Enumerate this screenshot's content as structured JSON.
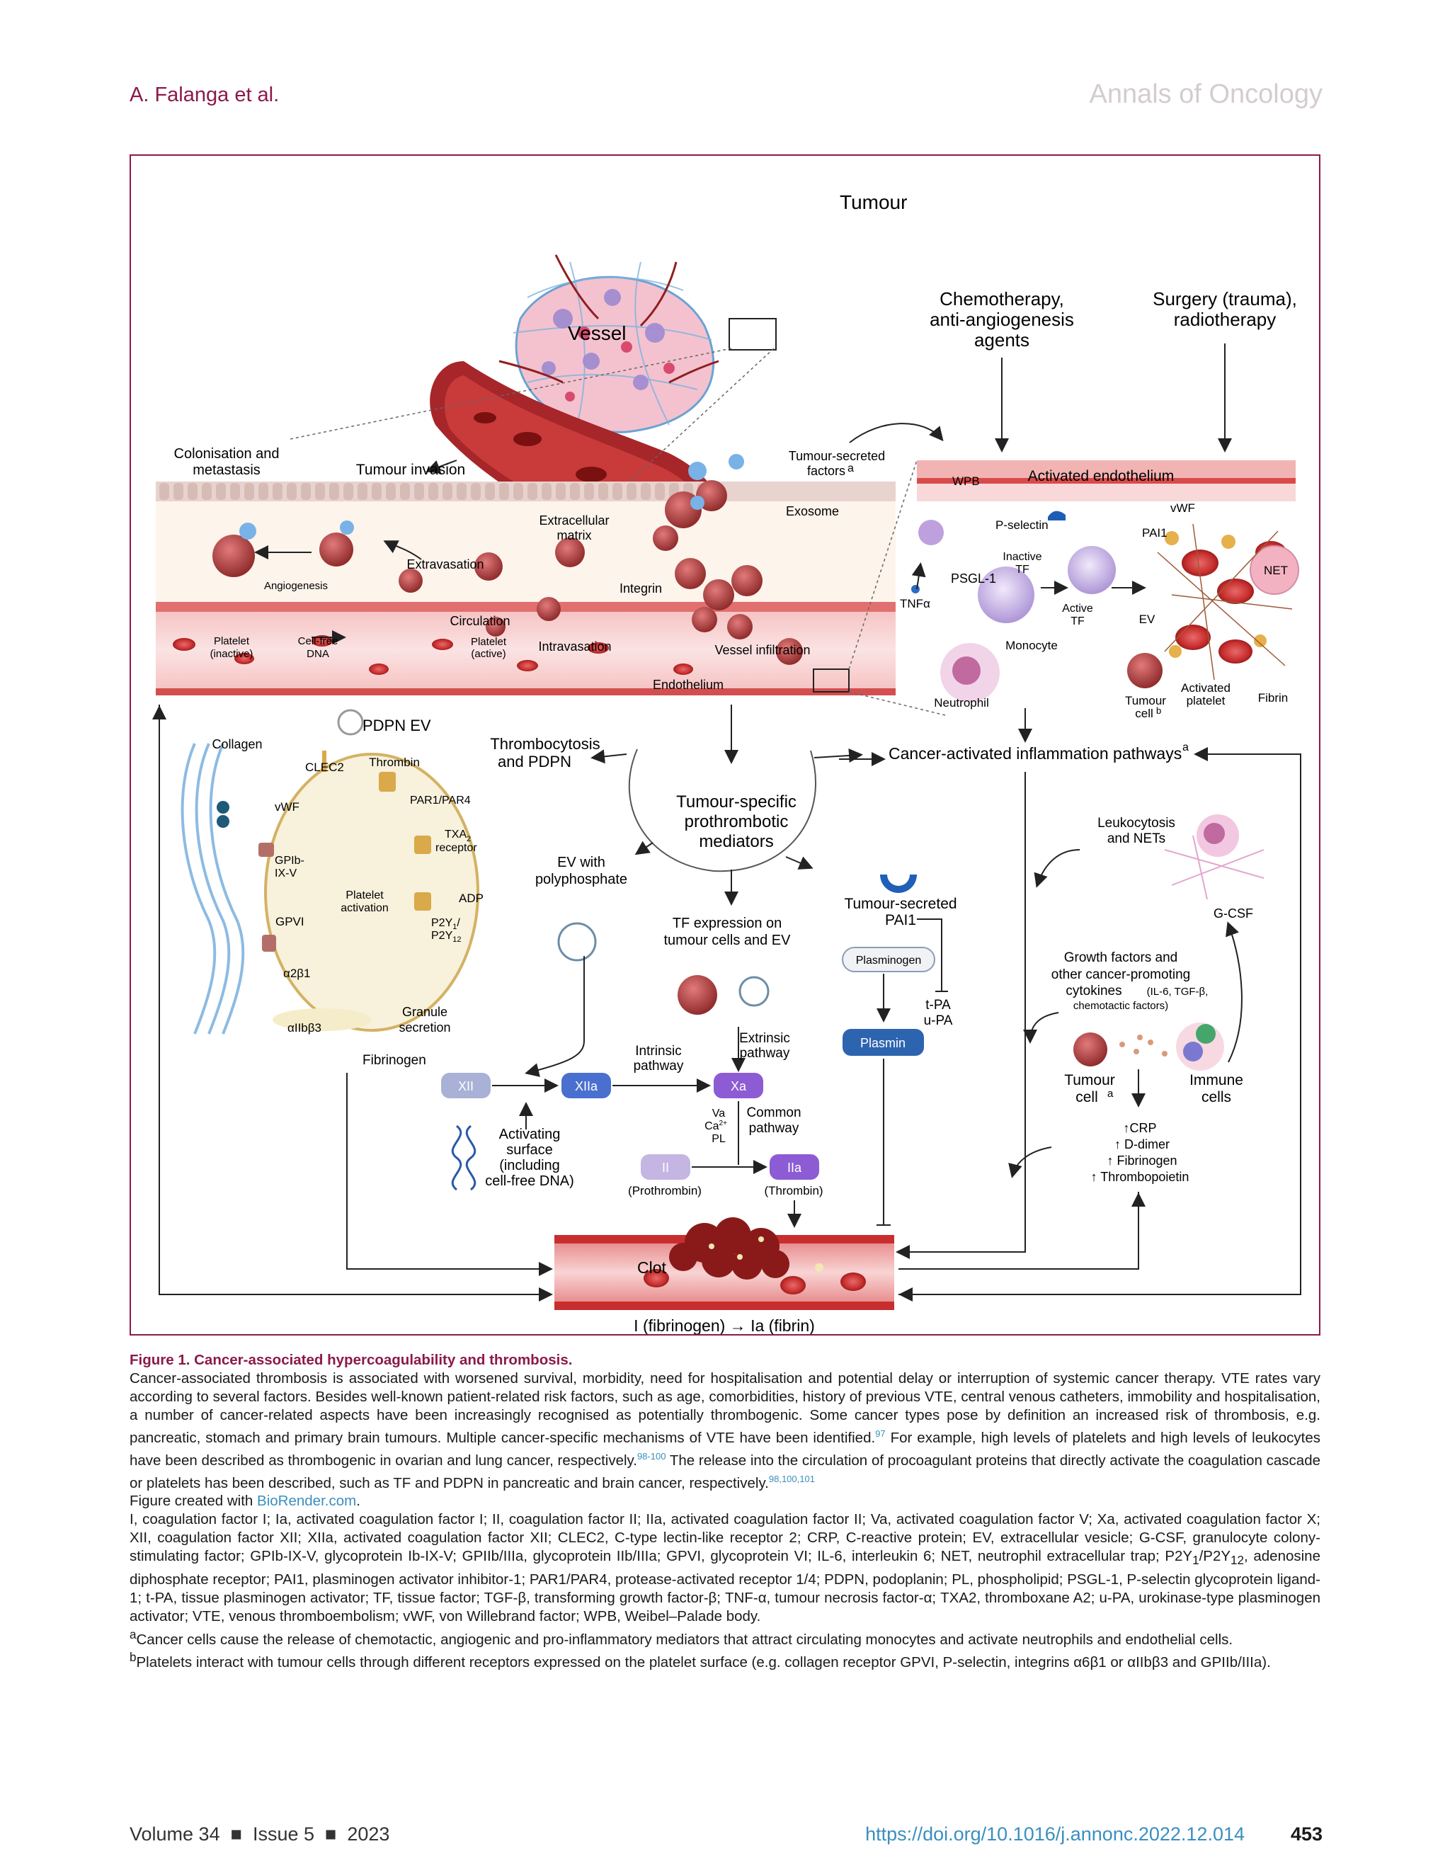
{
  "header": {
    "author": "A. Falanga et al.",
    "journal": "Annals of Oncology"
  },
  "figure": {
    "tumour": "Tumour",
    "vessel": "Vessel",
    "chemo": [
      "Chemotherapy,",
      "anti-angiogenesis",
      "agents"
    ],
    "surgery": [
      "Surgery (trauma),",
      "radiotherapy"
    ],
    "colonisation": [
      "Colonisation and",
      "metastasis"
    ],
    "tumour_invasion": "Tumour invasion",
    "tumour_secreted_factors": [
      "Tumour-secreted",
      "factors"
    ],
    "sup_a": "a",
    "sup_b": "b",
    "exosome": "Exosome",
    "extracellular_matrix": [
      "Extracellular",
      "matrix"
    ],
    "extravasation": "Extravasation",
    "angiogenesis": "Angiogenesis",
    "integrin": "Integrin",
    "circulation": "Circulation",
    "platelet_inactive": [
      "Platelet",
      "(inactive)"
    ],
    "cell_free_dna": [
      "Cell-free",
      "DNA"
    ],
    "platelet_active": [
      "Platelet",
      "(active)"
    ],
    "intravasation": "Intravasation",
    "vessel_infiltration": "Vessel infiltration",
    "endothelium": "Endothelium",
    "wpb": "WPB",
    "activated_endothelium": "Activated endothelium",
    "vwf": "vWF",
    "p_selectin": "P-selectin",
    "pai1_small": "PAI1",
    "inactive_tf": [
      "Inactive",
      "TF"
    ],
    "psgl1": "PSGL-1",
    "tnfa": "TNFα",
    "active_tf": [
      "Active",
      "TF"
    ],
    "ev": "EV",
    "net": "NET",
    "monocyte": "Monocyte",
    "neutrophil": "Neutrophil",
    "tumour_cell_b": "Tumour",
    "cell": "cell",
    "activated_platelet": [
      "Activated",
      "platelet"
    ],
    "fibrin": "Fibrin",
    "pdpn_ev": "PDPN EV",
    "collagen": "Collagen",
    "clec2": "CLEC2",
    "thrombin": "Thrombin",
    "par": "PAR1/PAR4",
    "txa2": [
      "TXA",
      "2",
      "receptor"
    ],
    "vwf_left": "vWF",
    "gpib": [
      "GPIb-",
      "IX-V"
    ],
    "platelet_activation": [
      "Platelet",
      "activation"
    ],
    "adp": "ADP",
    "p2y": [
      "P2Y",
      "1",
      "/",
      "P2Y",
      "12"
    ],
    "gpvi": "GPVI",
    "a2b1": "α2β1",
    "granule": [
      "Granule",
      "secretion"
    ],
    "aiib": "αIIbβ3",
    "fibrinogen": "Fibrinogen",
    "thrombocytosis": [
      "Thrombocytosis",
      "and  PDPN"
    ],
    "tumour_specific": [
      "Tumour-specific",
      "prothrombotic",
      "mediators"
    ],
    "cancer_activated": "Cancer-activated  inflammation  pathways",
    "ev_poly": [
      "EV with",
      "polyphosphate"
    ],
    "tf_expression": [
      "TF expression on",
      "tumour cells and EV"
    ],
    "tumour_pai1": [
      "Tumour-secreted",
      "PAI1"
    ],
    "plasminogen": "Plasminogen",
    "tpa": [
      "t-PA",
      "u-PA"
    ],
    "plasmin": "Plasmin",
    "leukocytosis": [
      "Leukocytosis",
      "and NETs"
    ],
    "gcsf": "G-CSF",
    "growth": [
      "Growth factors and",
      "other cancer-promoting",
      "cytokines",
      "(IL-6, TGF-β,",
      "chemotactic factors)"
    ],
    "extrinsic": [
      "Extrinsic",
      "pathway"
    ],
    "intrinsic": [
      "Intrinsic",
      "pathway"
    ],
    "xii": "XII",
    "xiia": "XIIa",
    "xa": "Xa",
    "va": [
      "Va",
      "Ca",
      "2+",
      "PL"
    ],
    "common": [
      "Common",
      "pathway"
    ],
    "ii": "II",
    "iia": "IIa",
    "prothrombin": "(Prothrombin)",
    "thrombin_paren": "(Thrombin)",
    "activating_surface": [
      "Activating",
      "surface",
      "(including",
      "cell-free DNA)"
    ],
    "tumour_cell_a": [
      "Tumour",
      "cell"
    ],
    "immune_cells": [
      "Immune",
      "cells"
    ],
    "markers": [
      "↑CRP",
      "↑ D-dimer",
      "↑ Fibrinogen",
      "↑ Thrombopoietin"
    ],
    "clot": "Clot",
    "fibrin_conversion": "I (fibrinogen) → Ia (fibrin)"
  },
  "caption": {
    "title": "Figure 1.  Cancer-associated hypercoagulability and thrombosis.",
    "p1a": "Cancer-associated thrombosis is associated with worsened survival, morbidity, need for hospitalisation and potential delay or interruption of systemic cancer therapy. VTE rates vary according to several factors. Besides well-known patient-related risk factors, such as age, comorbidities, history of previous VTE, central venous catheters, immobility and hospitalisation, a number of cancer-related aspects have been increasingly recognised as potentially thrombogenic. Some cancer types pose by definition an increased risk of thrombosis, e.g. pancreatic, stomach and primary brain tumours. Multiple cancer-specific mechanisms of VTE have been identified.",
    "ref1": "97",
    "p1b": " For example, high levels of platelets and high levels of leukocytes have been described as thrombogenic in ovarian and lung cancer, respectively.",
    "ref2": "98-100",
    "p1c": " The release into the circulation of procoagulant proteins that directly activate the coagulation cascade or platelets has been described, such as TF and PDPN in pancreatic and brain cancer, respectively.",
    "ref3": "98,100,101",
    "created": "Figure created with ",
    "biorender": "BioRender.com",
    "period": ".",
    "abbrev_1": "I, coagulation factor I; Ia, activated coagulation factor I; II, coagulation factor II; IIa, activated coagulation factor II; Va, activated coagulation factor V; Xa, activated coagulation factor X; XII, coagulation factor XII; XIIa, activated coagulation factor XII; CLEC2, C-type lectin-like receptor 2; CRP, C-reactive protein; EV, extracellular vesicle; G-CSF, granulocyte colony-stimulating factor; GPIb-IX-V, glycoprotein Ib-IX-V; GPIIb/IIIa, glycoprotein IIb/IIIa; GPVI, glycoprotein VI; IL-6, interleukin 6; NET, neutrophil extracellular trap; P2Y",
    "sub1": "1",
    "abbrev_2": "/P2Y",
    "sub12": "12",
    "abbrev_3": ", adenosine diphosphate receptor; PAI1, plasminogen activator inhibitor-1; PAR1/PAR4, protease-activated receptor 1/4; PDPN, podoplanin; PL, phospholipid; PSGL-1, P-selectin glycoprotein ligand-1; t-PA, tissue plasminogen activator; TF, tissue factor; TGF-β, transforming growth factor-β; TNF-α, tumour necrosis factor-α; TXA2, thromboxane A2; u-PA, urokinase-type plasminogen activator; VTE, venous thromboembolism; vWF, von Willebrand factor; WPB, Weibel–Palade body.",
    "fn_a_mark": "a",
    "fn_a": "Cancer cells cause the release of chemotactic, angiogenic and pro-inflammatory mediators that attract circulating monocytes and activate neutrophils and endothelial cells.",
    "fn_b_mark": "b",
    "fn_b": "Platelets interact with tumour cells through different receptors expressed on the platelet surface (e.g. collagen receptor GPVI, P-selectin, integrins α6β1 or αIIbβ3 and GPIIb/IIIa)."
  },
  "footer": {
    "volume": "Volume 34",
    "issue": "Issue 5",
    "year": "2023",
    "sep": "■",
    "doi": "https://doi.org/10.1016/j.annonc.2022.12.014",
    "page": "453"
  }
}
